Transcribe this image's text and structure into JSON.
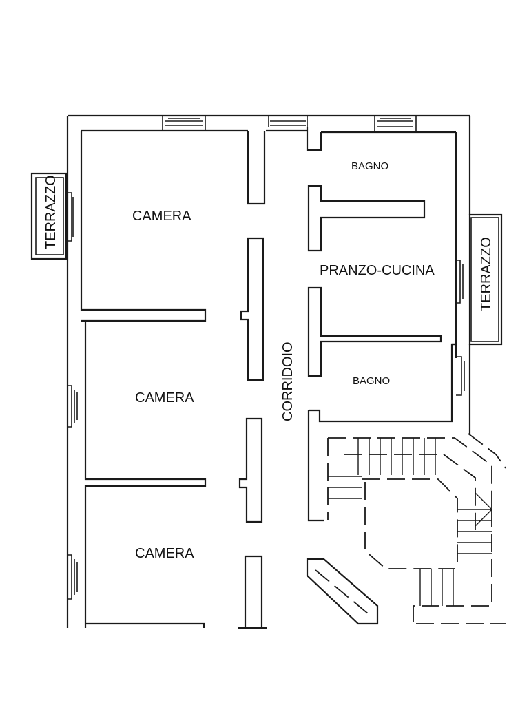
{
  "plan": {
    "labels": {
      "terrazzo_left": "TERRAZZO",
      "terrazzo_right": "TERRAZZO",
      "camera_top": "CAMERA",
      "camera_mid": "CAMERA",
      "camera_bottom": "CAMERA",
      "bagno_top": "BAGNO",
      "bagno_bottom": "BAGNO",
      "pranzo_cucina": "PRANZO-CUCINA",
      "corridoio": "CORRIDOIO"
    },
    "colors": {
      "ink": "#1a1a1a",
      "paper": "#ffffff"
    }
  }
}
